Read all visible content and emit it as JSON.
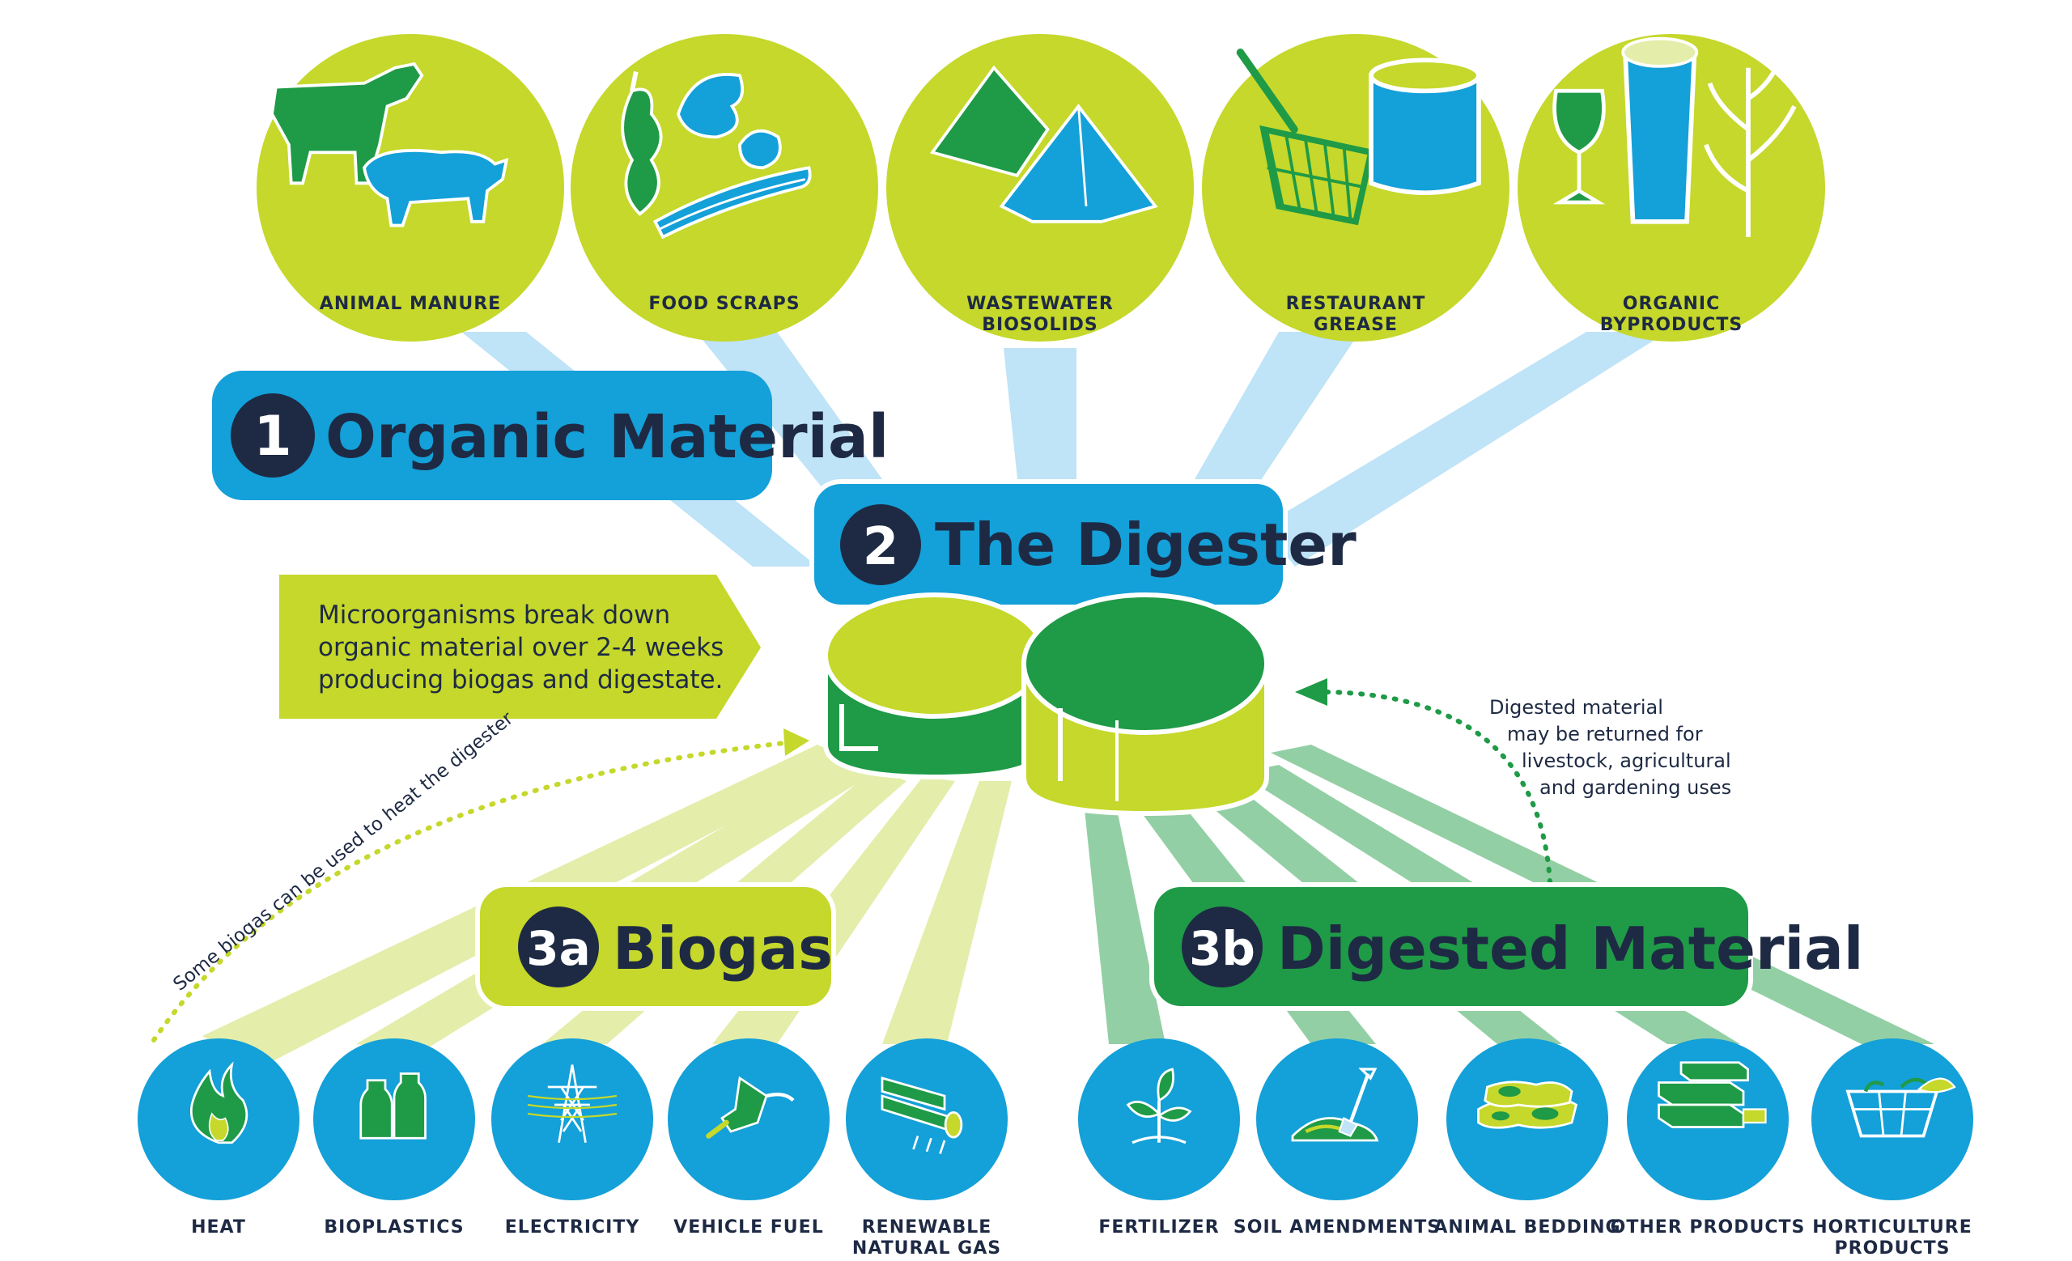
{
  "colors": {
    "navy": "#1e2a44",
    "blue": "#14a0d8",
    "lightblue": "#bfe3f7",
    "lime": "#c5d82b",
    "palelime": "#e4edaa",
    "green": "#1f9a47",
    "palegreen": "#93cfa4",
    "white": "#ffffff"
  },
  "inputs": {
    "items": [
      {
        "lines": [
          "ANIMAL MANURE"
        ],
        "icon": "cow-and-pig-icon"
      },
      {
        "lines": [
          "FOOD SCRAPS"
        ],
        "icon": "food-scraps-icon"
      },
      {
        "lines": [
          "WASTEWATER",
          "BIOSOLIDS"
        ],
        "icon": "biosolids-piles-icon"
      },
      {
        "lines": [
          "RESTAURANT",
          "GREASE"
        ],
        "icon": "fryer-basket-and-bucket-icon"
      },
      {
        "lines": [
          "ORGANIC",
          "BYPRODUCTS"
        ],
        "icon": "wine-beer-corn-icon"
      }
    ]
  },
  "step1": {
    "number": "1",
    "label": "Organic Material"
  },
  "step2": {
    "number": "2",
    "label": "The Digester"
  },
  "callout": {
    "lines": [
      "Microorganisms break down",
      "organic material over 2-4 weeks",
      "producing biogas and digestate."
    ]
  },
  "note_heat": "Some biogas can be used to heat the digester",
  "note_return": {
    "lines": [
      "Digested material",
      "may be returned for",
      "livestock, agricultural",
      "and gardening uses"
    ]
  },
  "step3a": {
    "number": "3a",
    "label": "Biogas"
  },
  "step3b": {
    "number": "3b",
    "label": "Digested Material"
  },
  "biogas_outputs": {
    "items": [
      {
        "lines": [
          "HEAT"
        ],
        "icon": "flame-icon"
      },
      {
        "lines": [
          "BIOPLASTICS"
        ],
        "icon": "bottles-icon"
      },
      {
        "lines": [
          "ELECTRICITY"
        ],
        "icon": "power-tower-icon"
      },
      {
        "lines": [
          "VEHICLE FUEL"
        ],
        "icon": "fuel-nozzle-icon"
      },
      {
        "lines": [
          "RENEWABLE",
          "NATURAL GAS"
        ],
        "icon": "gas-pipes-icon"
      }
    ]
  },
  "digestate_outputs": {
    "items": [
      {
        "lines": [
          "FERTILIZER"
        ],
        "icon": "sprout-icon"
      },
      {
        "lines": [
          "SOIL AMENDMENTS"
        ],
        "icon": "shovel-soil-icon"
      },
      {
        "lines": [
          "ANIMAL BEDDING"
        ],
        "icon": "bedding-icon"
      },
      {
        "lines": [
          "OTHER PRODUCTS"
        ],
        "icon": "bricks-icon"
      },
      {
        "lines": [
          "HORTICULTURE",
          "PRODUCTS"
        ],
        "icon": "planter-box-icon"
      }
    ]
  }
}
